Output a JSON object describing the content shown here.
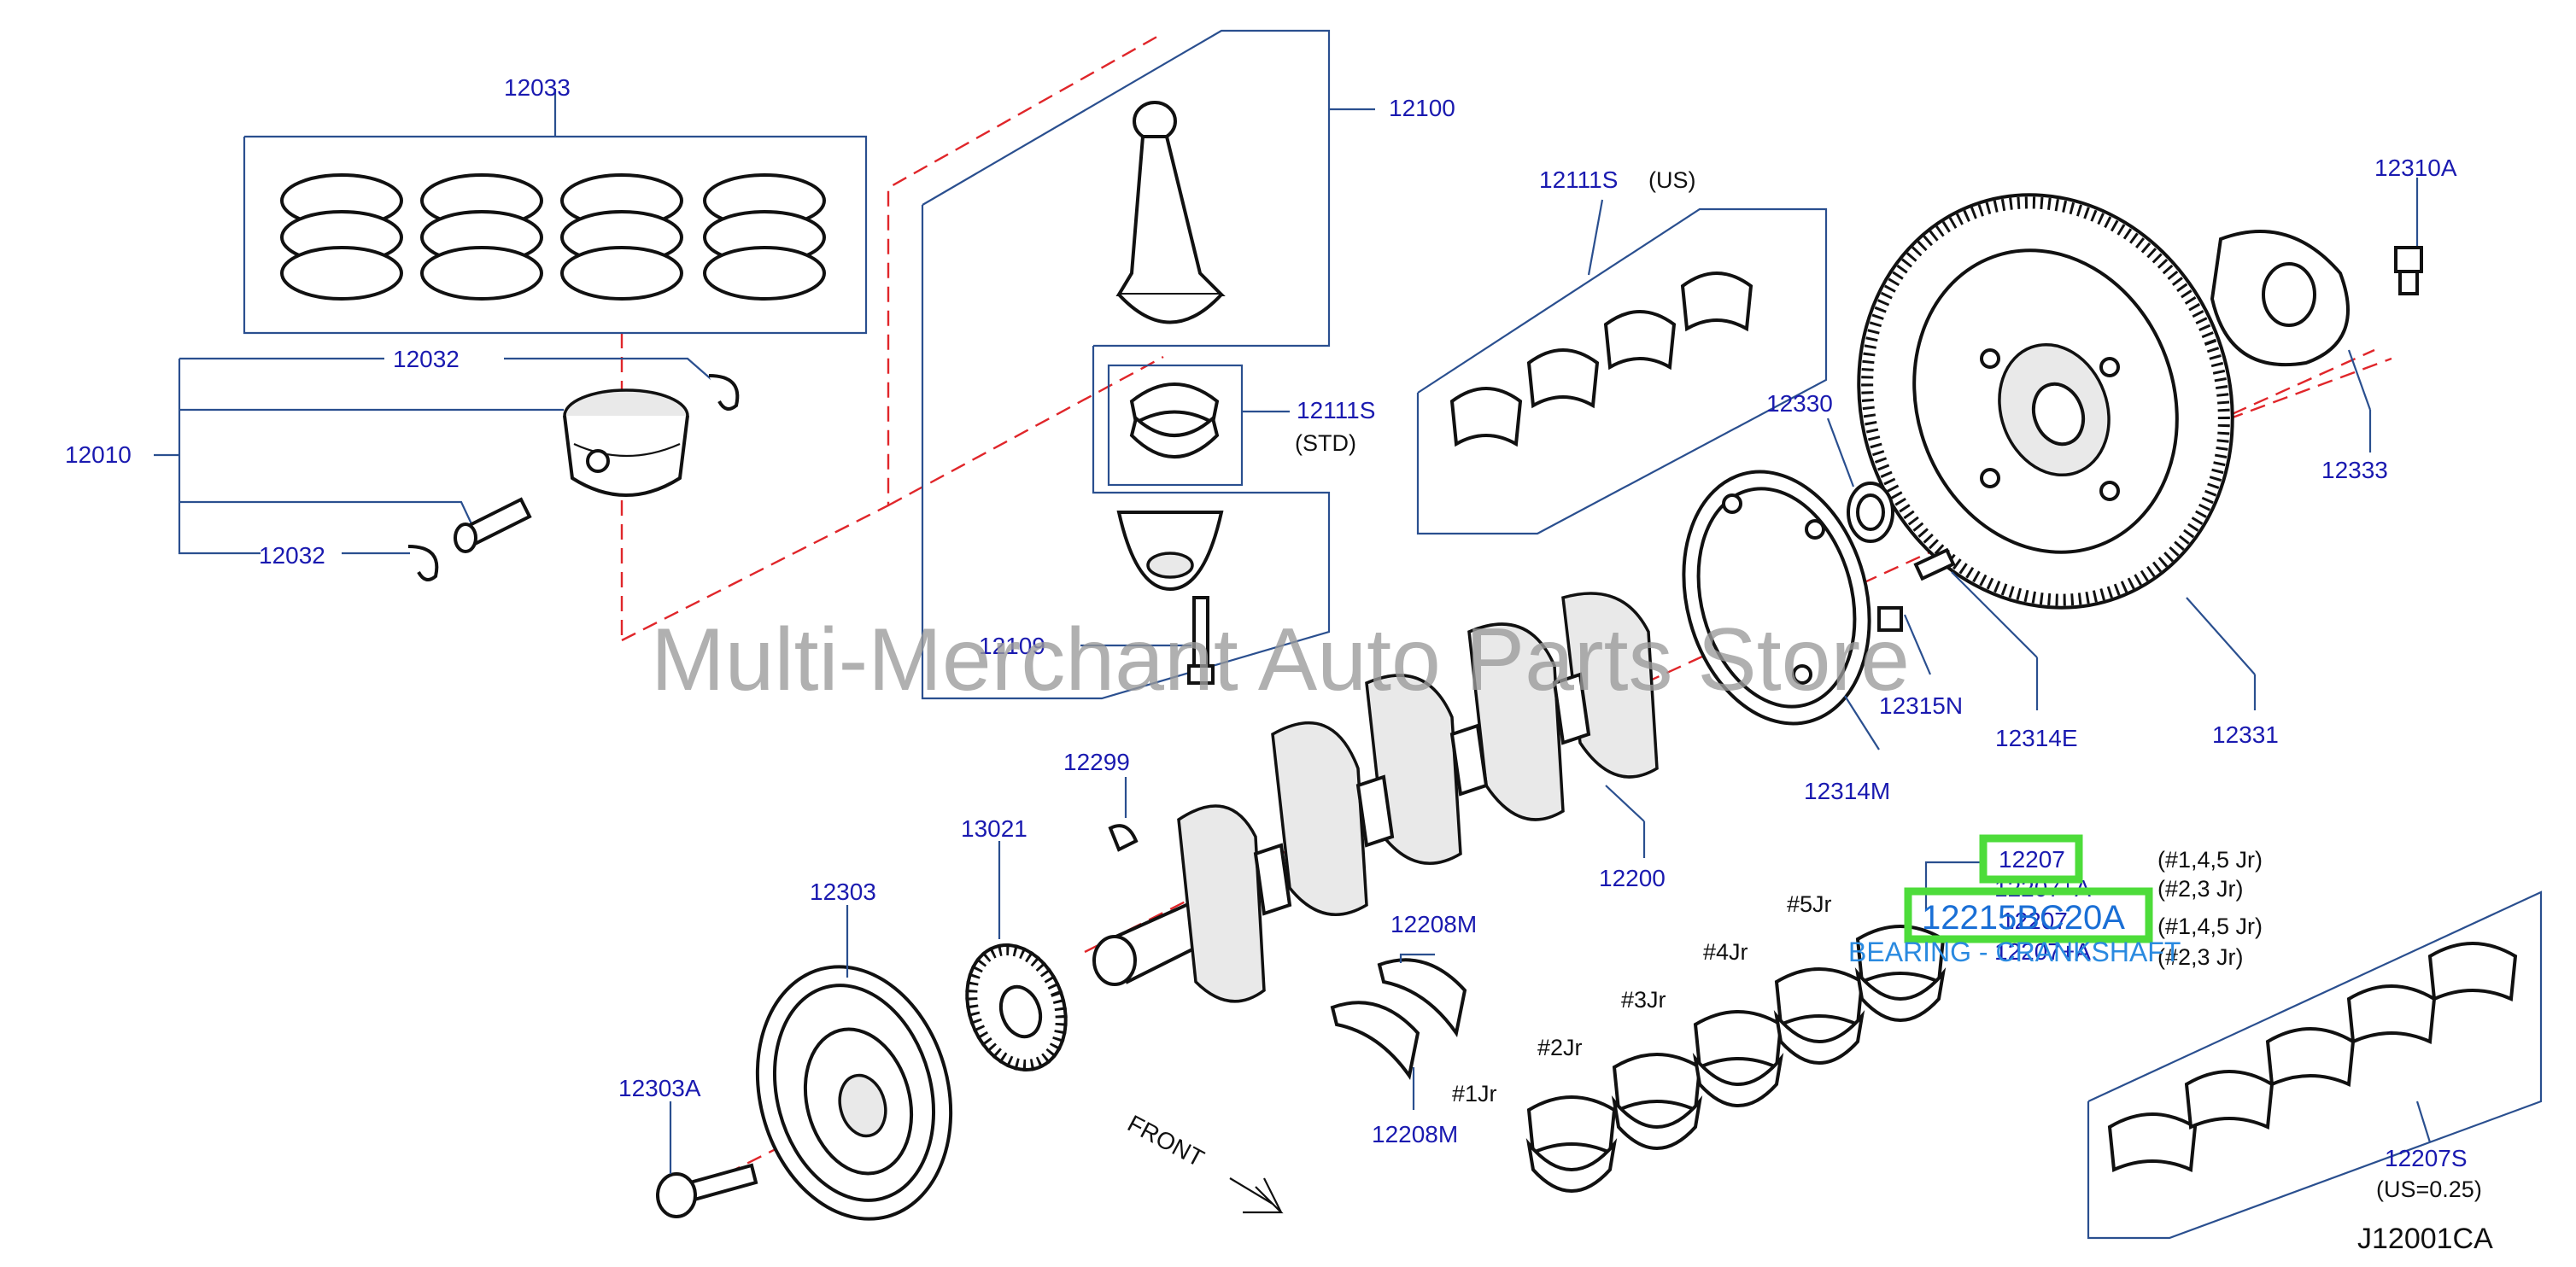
{
  "diagram_code": "J12001CA",
  "watermark": "Multi-Merchant Auto Parts Store",
  "front_label": "FRONT",
  "parts": {
    "p12033": "12033",
    "p12100": "12100",
    "p12111s_us": "12111S",
    "us_note": "(US)",
    "p12310a": "12310A",
    "p12032_top": "12032",
    "p12010": "12010",
    "p12111s_std": "12111S",
    "std_note": "(STD)",
    "p12330": "12330",
    "p12333": "12333",
    "p12032_bottom": "12032",
    "p12109": "12109",
    "p12315n": "12315N",
    "p12314e": "12314E",
    "p12331": "12331",
    "p12299": "12299",
    "p12314m": "12314M",
    "p13021": "13021",
    "p12303": "12303",
    "p12200": "12200",
    "p12208m_top": "12208M",
    "p12207": "12207",
    "p12207a": "12207+A",
    "p12207b": "12207",
    "p12207c": "12207+A",
    "p12303a": "12303A",
    "p12208m_bottom": "12208M",
    "p12207s": "12207S",
    "us025_note": "(US=0.25)"
  },
  "journal_notes": {
    "n1": "(#1,4,5   Jr)",
    "n2": "(#2,3   Jr)",
    "n3": "(#1,4,5   Jr)",
    "n4": "(#2,3   Jr)"
  },
  "journals": {
    "j5": "#5Jr",
    "j4": "#4Jr",
    "j3": "#3Jr",
    "j2": "#2Jr",
    "j1": "#1Jr"
  },
  "highlight": {
    "part_number": "12215BC20A",
    "description": "BEARING - CRANKSHAFT",
    "color": "#4ddc3a"
  },
  "colors": {
    "callout_text": "#1a1ab0",
    "leader_line": "#2a4f8f",
    "centerline": "#e0262a"
  }
}
